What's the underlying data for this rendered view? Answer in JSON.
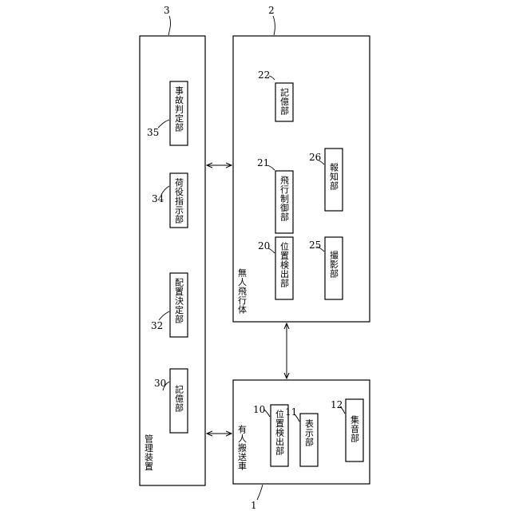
{
  "management_device": {
    "ref": "3",
    "label": "管理装置",
    "units": [
      {
        "ref": "35",
        "label": "事故判定部"
      },
      {
        "ref": "34",
        "label": "荷役指示部"
      },
      {
        "ref": "32",
        "label": "配置決定部"
      },
      {
        "ref": "30",
        "label": "記億部"
      }
    ]
  },
  "unmanned_aircraft": {
    "ref": "2",
    "label": "無人飛行体",
    "units": [
      {
        "ref": "22",
        "label": "記億部"
      },
      {
        "ref": "21",
        "label": "飛行制御部"
      },
      {
        "ref": "26",
        "label": "報知部"
      },
      {
        "ref": "20",
        "label": "位置検出部"
      },
      {
        "ref": "25",
        "label": "撮影部"
      }
    ]
  },
  "manned_vehicle": {
    "ref": "1",
    "label": "有人搬送車",
    "units": [
      {
        "ref": "10",
        "label": "位置検出部"
      },
      {
        "ref": "11",
        "label": "表示部"
      },
      {
        "ref": "12",
        "label": "集音部"
      }
    ]
  }
}
